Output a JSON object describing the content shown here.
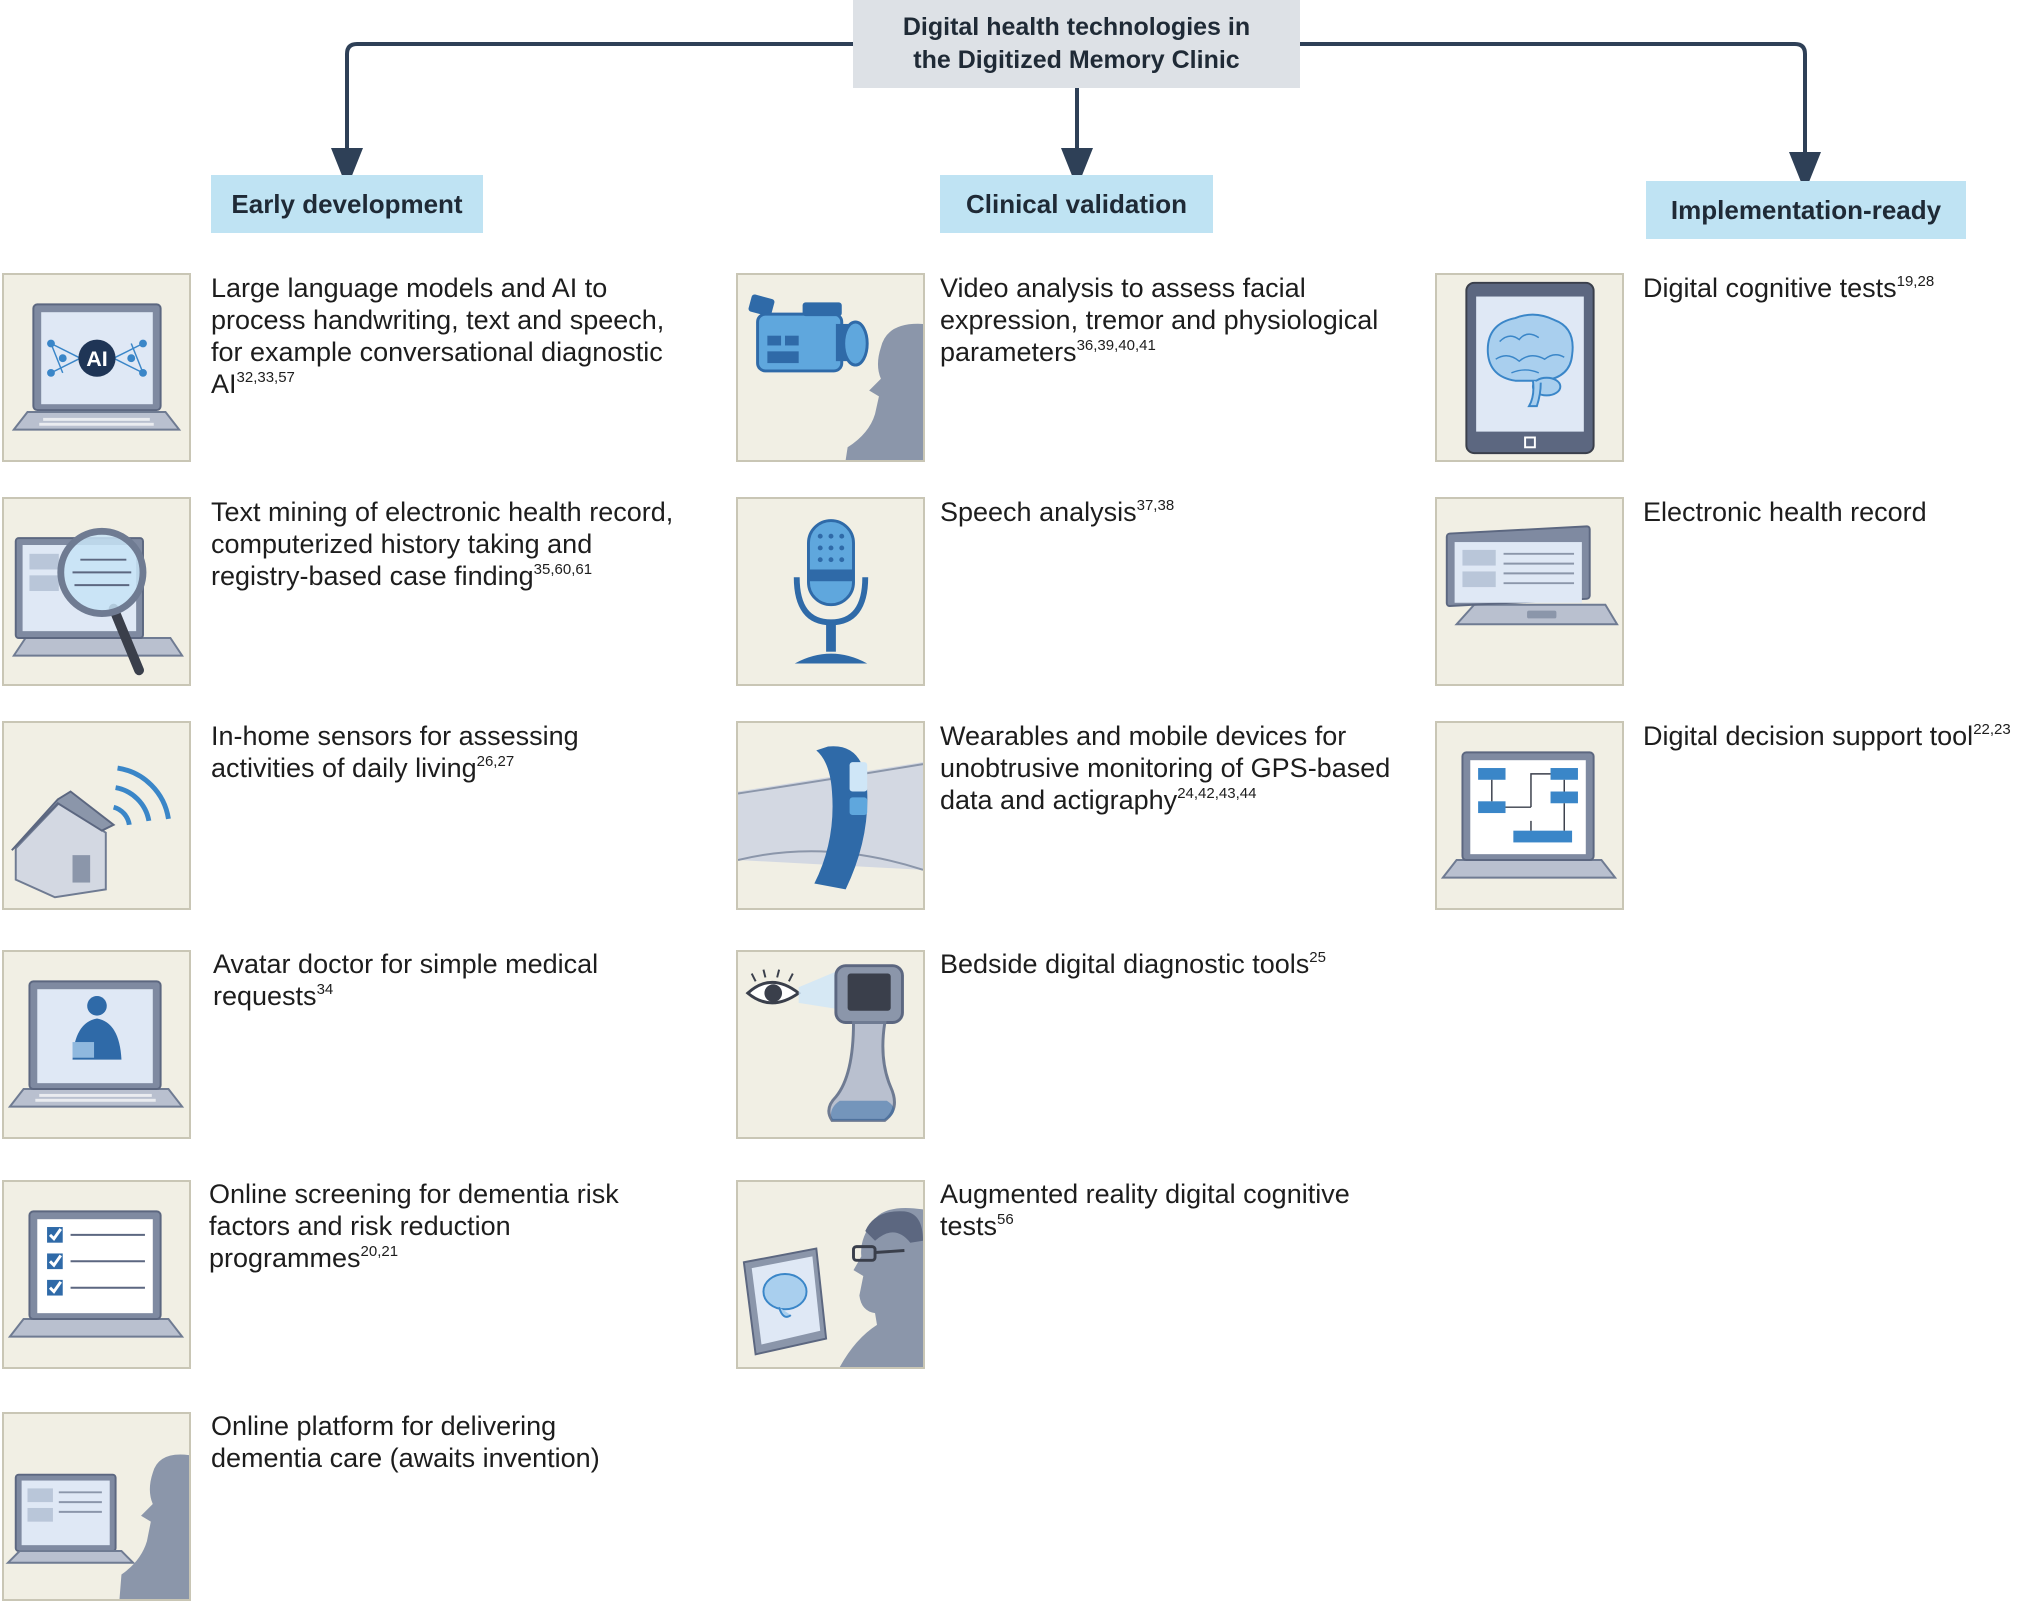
{
  "title": {
    "line1": "Digital health technologies in",
    "line2": "the Digitized Memory Clinic"
  },
  "columns": [
    {
      "header": "Early development",
      "items": [
        {
          "text": "Large language models and AI to process handwriting, text and speech, for example conversational diagnostic AI",
          "refs": "32,33,57",
          "icon": "ai-laptop-icon",
          "icon_label": "AI"
        },
        {
          "text": "Text mining of electronic health record, computerized history taking and registry-based case finding",
          "refs": "35,60,61",
          "icon": "magnifier-laptop-icon"
        },
        {
          "text": "In-home sensors for assessing activities of daily living",
          "refs": "26,27",
          "icon": "house-sensor-icon"
        },
        {
          "text": "Avatar doctor for simple medical requests",
          "refs": "34",
          "icon": "avatar-doctor-laptop-icon"
        },
        {
          "text": "Online screening for dementia risk factors and risk reduction programmes",
          "refs": "20,21",
          "icon": "checklist-laptop-icon"
        },
        {
          "text": "Online platform for delivering dementia care (awaits invention)",
          "refs": "",
          "icon": "laptop-person-icon"
        }
      ]
    },
    {
      "header": "Clinical validation",
      "items": [
        {
          "text": "Video analysis to assess facial expression, tremor and physiological parameters",
          "refs": "36,39,40,41",
          "icon": "video-camera-icon"
        },
        {
          "text": "Speech analysis",
          "refs": "37,38",
          "icon": "microphone-icon"
        },
        {
          "text": "Wearables and mobile devices for unobtrusive monitoring of GPS-based data and actigraphy",
          "refs": "24,42,43,44",
          "icon": "wristband-icon"
        },
        {
          "text": "Bedside digital diagnostic tools",
          "refs": "25",
          "icon": "eye-scanner-icon"
        },
        {
          "text": "Augmented reality digital cognitive tests",
          "refs": "56",
          "icon": "ar-tablet-person-icon"
        }
      ]
    },
    {
      "header": "Implementation-ready",
      "items": [
        {
          "text": "Digital cognitive tests",
          "refs": "19,28",
          "icon": "brain-tablet-icon"
        },
        {
          "text": "Electronic health record",
          "refs": "",
          "icon": "record-laptop-icon"
        },
        {
          "text": "Digital decision support tool",
          "refs": "22,23",
          "icon": "flowchart-laptop-icon"
        }
      ]
    }
  ],
  "colors": {
    "header_bg": "#bfe3f3",
    "title_bg": "#dde1e6",
    "icon_bg": "#f1efe4",
    "connector": "#2e4057",
    "accent_blue": "#3a86c8",
    "slate": "#8b96aa"
  }
}
